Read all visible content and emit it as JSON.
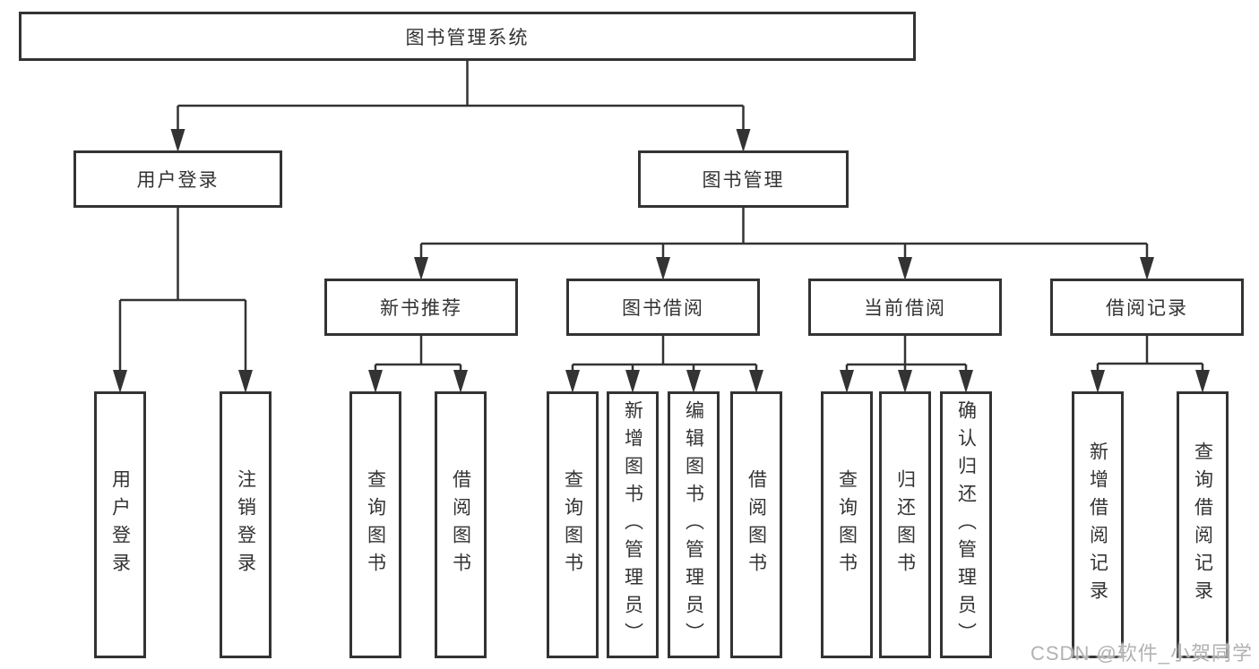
{
  "diagram": {
    "root": {
      "label": "图书管理系统",
      "children": [
        {
          "label": "用户登录",
          "children": [
            {
              "label": "用户登录"
            },
            {
              "label": "注销登录"
            }
          ]
        },
        {
          "label": "图书管理",
          "children": [
            {
              "label": "新书推荐",
              "children": [
                {
                  "label": "查询图书"
                },
                {
                  "label": "借阅图书"
                }
              ]
            },
            {
              "label": "图书借阅",
              "children": [
                {
                  "label": "查询图书"
                },
                {
                  "label": "新增图书（管理员）"
                },
                {
                  "label": "编辑图书（管理员）"
                },
                {
                  "label": "借阅图书"
                }
              ]
            },
            {
              "label": "当前借阅",
              "children": [
                {
                  "label": "查询图书"
                },
                {
                  "label": "归还图书"
                },
                {
                  "label": "确认归还（管理员）"
                }
              ]
            },
            {
              "label": "借阅记录",
              "children": [
                {
                  "label": "新增借阅记录"
                },
                {
                  "label": "查询借阅记录"
                }
              ]
            }
          ]
        }
      ]
    }
  },
  "watermark": {
    "text": "CSDN @软件_小贺同学"
  },
  "colors": {
    "line": "#333333",
    "text": "#333333",
    "box_background": "#ffffff",
    "watermark": "#b2b2b2",
    "page_background": "#ffffff"
  }
}
